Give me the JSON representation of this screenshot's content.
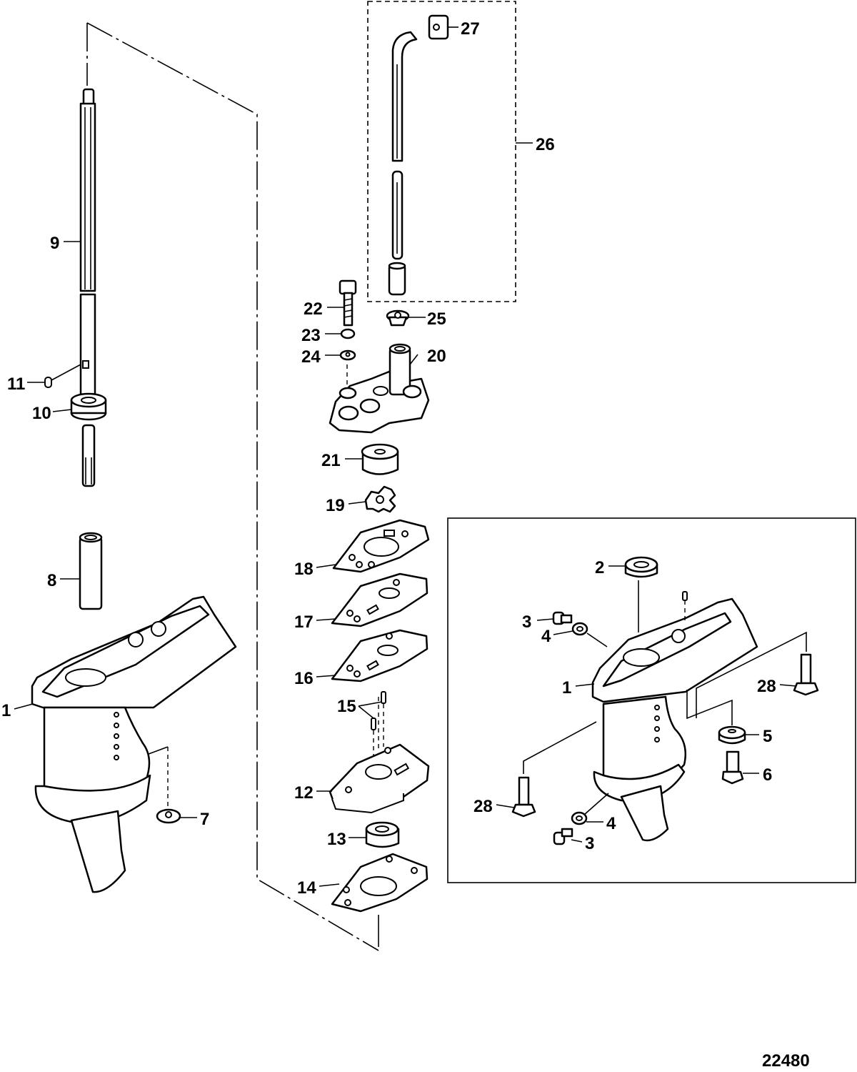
{
  "figure_number": "22480",
  "callouts": {
    "c1": "1",
    "c2": "2",
    "c3": "3",
    "c4": "4",
    "c5": "5",
    "c6": "6",
    "c7": "7",
    "c8": "8",
    "c9": "9",
    "c10": "10",
    "c11": "11",
    "c12": "12",
    "c13": "13",
    "c14": "14",
    "c15": "15",
    "c16": "16",
    "c17": "17",
    "c18": "18",
    "c19": "19",
    "c20": "20",
    "c21": "21",
    "c22": "22",
    "c23": "23",
    "c24": "24",
    "c25": "25",
    "c26": "26",
    "c27": "27",
    "c28": "28"
  }
}
